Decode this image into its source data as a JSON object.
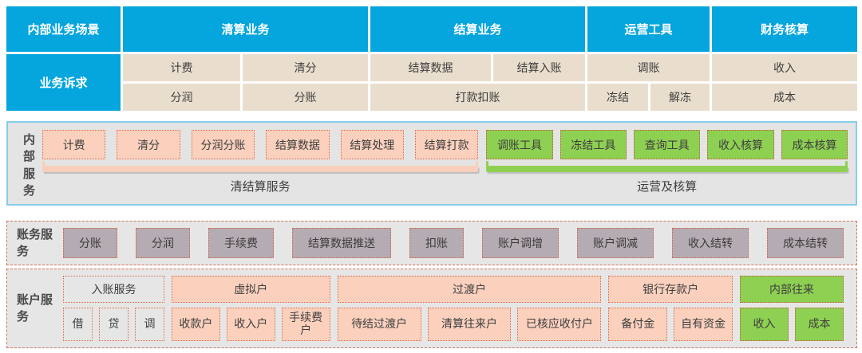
{
  "colors": {
    "header_blue": "#05a5de",
    "cell_beige": "#e9decd",
    "panel_gray": "#e4e4e4",
    "panel_border_blue": "#85ceeb",
    "cell_pink": "#fbd1be",
    "cell_green": "#8ed052",
    "cell_mauve": "#b5abb3",
    "dash_orange": "#dd6a44"
  },
  "top": {
    "headers": [
      "内部业务场景",
      "清算业务",
      "结算业务",
      "运营工具",
      "财务核算"
    ],
    "row_label": "业务诉求",
    "row1": [
      "计费",
      "清分",
      "结算数据",
      "结算入账",
      "调账",
      "收入"
    ],
    "row2": [
      "分润",
      "分账",
      "打款扣账",
      "冻结",
      "解冻",
      "成本"
    ]
  },
  "internal_services": {
    "label": "内部服务",
    "clearing_cells": [
      "计费",
      "清分",
      "分润分账",
      "结算数据",
      "结算处理",
      "结算打款"
    ],
    "ops_cells": [
      "调账工具",
      "冻结工具",
      "查询工具",
      "收入核算",
      "成本核算"
    ],
    "clearing_caption": "清结算服务",
    "ops_caption": "运营及核算"
  },
  "accounting_services": {
    "label": "账务服务",
    "cells": [
      "分账",
      "分润",
      "手续费",
      "结算数据推送",
      "扣账",
      "账户调增",
      "账户调减",
      "收入结转",
      "成本结转"
    ]
  },
  "account_services": {
    "label": "账户服务",
    "groups": [
      {
        "header": "入账服务",
        "cells": [
          "借",
          "贷",
          "调"
        ]
      },
      {
        "header": "虚拟户",
        "cells": [
          "收款户",
          "收入户",
          "手续费户"
        ]
      },
      {
        "header": "过渡户",
        "cells": [
          "待结过渡户",
          "清算往来户",
          "已核应收付户"
        ]
      },
      {
        "header": "银行存款户",
        "cells": [
          "备付金",
          "自有资金"
        ]
      },
      {
        "header": "内部往来",
        "cells": [
          "收入",
          "成本"
        ]
      }
    ]
  }
}
